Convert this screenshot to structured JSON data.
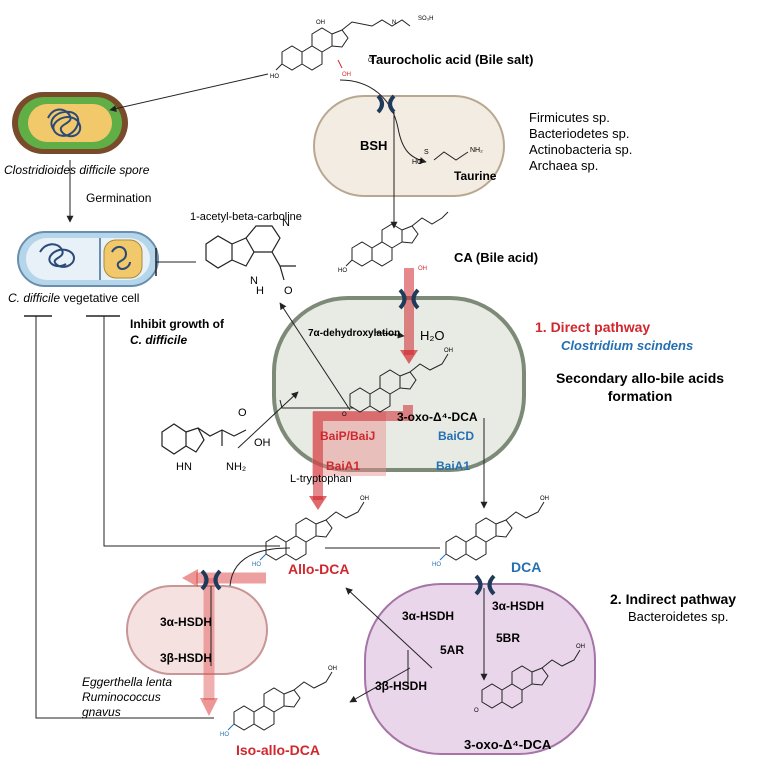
{
  "compounds": {
    "taurocholic": "Taurocholic acid (Bile salt)",
    "ca": "CA (Bile acid)",
    "oxo_delta4_top": "3-oxo-Δ⁴-DCA",
    "allo_dca": "Allo-DCA",
    "dca": "DCA",
    "oxo_delta4_bottom": "3-oxo-Δ⁴-DCA",
    "iso_allo_dca": "Iso-allo-DCA",
    "taurine": "Taurine",
    "acetyl_carboline": "1-acetyl-beta-carboline",
    "tryptophan": "L-tryptophan"
  },
  "enzymes": {
    "bsh": "BSH",
    "dehydroxylation": "7α-dehydroxylation",
    "baip_baij": "BaiP/BaiJ",
    "baia1_left": "BaiA1",
    "baicd": "BaiCD",
    "baia1_right": "BaiA1",
    "hsdh3a_left": "3α-HSDH",
    "hsdh3b_left": "3β-HSDH",
    "hsdh3a_right": "3α-HSDH",
    "hsdh3a_cell": "3α-HSDH",
    "br5": "5BR",
    "ar5": "5AR",
    "hsdh3b_right": "3β-HSDH"
  },
  "h2o": "H₂O",
  "organisms": {
    "spore": "Clostridioides difficile spore",
    "germination": "Germination",
    "vegetative_italic": "C. difficile",
    "vegetative_rest": " vegetative cell",
    "inhibit_line1": "Inhibit growth of",
    "inhibit_line2": "C. difficile",
    "bsh_producers": [
      "Firmicutes sp.",
      "Bacteriodetes sp.",
      "Actinobacteria sp.",
      "Archaea sp."
    ],
    "eggerthella": [
      "Eggerthella lenta",
      "Ruminococcus",
      "gnavus"
    ]
  },
  "pathways": {
    "direct": "1. Direct pathway",
    "direct_org": "Clostridium scindens",
    "formation_line1": "Secondary allo-bile acids",
    "formation_line2": "formation",
    "indirect": "2. Indirect pathway",
    "indirect_org": "Bacteroidetes sp."
  },
  "colors": {
    "direct_red": "#d0282e",
    "blue_label": "#2470b3",
    "transporter": "#1f3a5a",
    "green_cell_fill": "#e7ebe4",
    "green_cell_stroke": "#7e8a78",
    "beige_cell_fill": "#f3ece3",
    "pink_cell_fill": "#f6e1e1",
    "purple_cell_fill": "#ead6ea"
  }
}
